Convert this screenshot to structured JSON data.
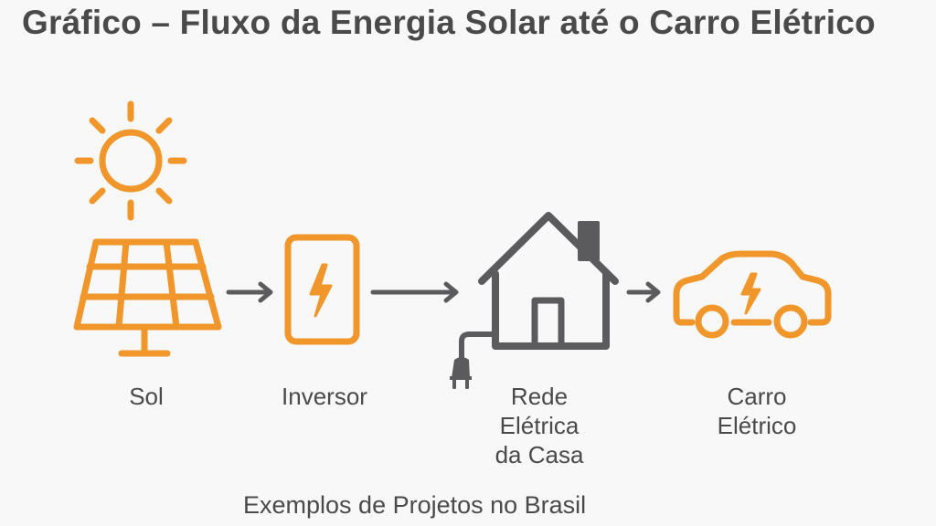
{
  "title": "Gráfico – Fluxo da Energia Solar até o Carro Elétrico",
  "colors": {
    "accent": "#f0962a",
    "gray": "#5b5b5e",
    "text": "#4a4a4a",
    "background": "#f8f8f8"
  },
  "nodes": [
    {
      "id": "sol",
      "label": "Sol",
      "icons": [
        "sun-icon",
        "solar-panel-icon"
      ]
    },
    {
      "id": "inversor",
      "label": "Inversor",
      "icons": [
        "inverter-icon"
      ]
    },
    {
      "id": "rede",
      "label_lines": [
        "Rede",
        "Elétrica",
        "da Casa"
      ],
      "icons": [
        "house-icon",
        "plug-icon"
      ]
    },
    {
      "id": "carro",
      "label_lines": [
        "Carro",
        "Elétrico"
      ],
      "icons": [
        "electric-car-icon"
      ]
    }
  ],
  "edges": [
    {
      "from": "sol",
      "to": "inversor"
    },
    {
      "from": "inversor",
      "to": "rede"
    },
    {
      "from": "rede",
      "to": "carro"
    }
  ],
  "footer": "Exemplos de Projetos no Brasil"
}
